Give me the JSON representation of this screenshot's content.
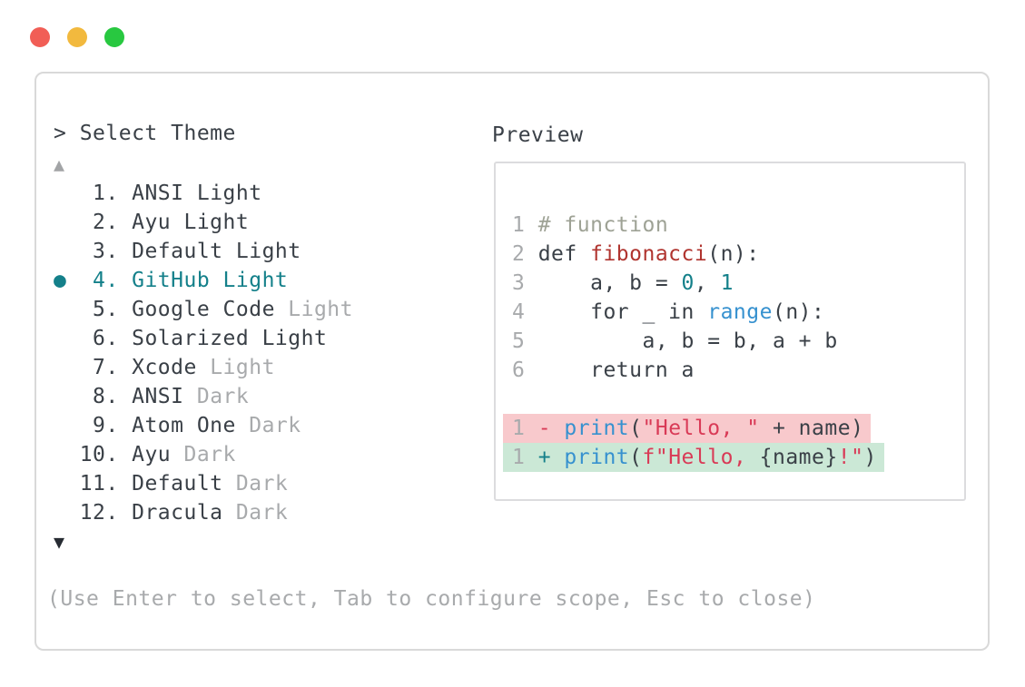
{
  "window": {
    "traffic_lights": [
      {
        "name": "close",
        "color": "#f15e56"
      },
      {
        "name": "minimize",
        "color": "#f2b93e"
      },
      {
        "name": "maximize",
        "color": "#28c840"
      }
    ]
  },
  "palette": {
    "dark": "#3a4047",
    "muted": "#a8aaac",
    "comment": "#9ea295",
    "teal": "#14808a",
    "blue": "#3691cf",
    "red": "#b0342f",
    "crimson": "#d93a56",
    "diff_red_bg": "#f8c9cc",
    "diff_green_bg": "#cbe8d6",
    "panel_border": "#d9d9d9",
    "arrow_up_color": "#a2a4a6",
    "arrow_down_color": "#272c33"
  },
  "theme_picker": {
    "title": "> Select Theme",
    "scroll_up": "▲",
    "scroll_down": "▼",
    "selected_marker": "●",
    "items": [
      {
        "number": "1",
        "name": "ANSI",
        "suffix": "Light",
        "suffix_muted": false,
        "selected": false
      },
      {
        "number": "2",
        "name": "Ayu",
        "suffix": "Light",
        "suffix_muted": false,
        "selected": false
      },
      {
        "number": "3",
        "name": "Default",
        "suffix": "Light",
        "suffix_muted": false,
        "selected": false
      },
      {
        "number": "4",
        "name": "GitHub",
        "suffix": "Light",
        "suffix_muted": false,
        "selected": true
      },
      {
        "number": "5",
        "name": "Google Code",
        "suffix": "Light",
        "suffix_muted": true,
        "selected": false
      },
      {
        "number": "6",
        "name": "Solarized",
        "suffix": "Light",
        "suffix_muted": false,
        "selected": false
      },
      {
        "number": "7",
        "name": "Xcode",
        "suffix": "Light",
        "suffix_muted": true,
        "selected": false
      },
      {
        "number": "8",
        "name": "ANSI",
        "suffix": "Dark",
        "suffix_muted": true,
        "selected": false
      },
      {
        "number": "9",
        "name": "Atom One",
        "suffix": "Dark",
        "suffix_muted": true,
        "selected": false
      },
      {
        "number": "10",
        "name": "Ayu",
        "suffix": "Dark",
        "suffix_muted": true,
        "selected": false
      },
      {
        "number": "11",
        "name": "Default",
        "suffix": "Dark",
        "suffix_muted": true,
        "selected": false
      },
      {
        "number": "12",
        "name": "Dracula",
        "suffix": "Dark",
        "suffix_muted": true,
        "selected": false
      }
    ],
    "footer_hint": "(Use Enter to select, Tab to configure scope, Esc to close)"
  },
  "preview": {
    "label": "Preview",
    "code_lines": [
      {
        "num": "1",
        "tokens": [
          {
            "t": "# function",
            "c": "comment"
          }
        ]
      },
      {
        "num": "2",
        "tokens": [
          {
            "t": "def ",
            "c": "dark"
          },
          {
            "t": "fibonacci",
            "c": "red"
          },
          {
            "t": "(n):",
            "c": "dark"
          }
        ]
      },
      {
        "num": "3",
        "tokens": [
          {
            "t": "    a, b = ",
            "c": "dark"
          },
          {
            "t": "0",
            "c": "teal"
          },
          {
            "t": ", ",
            "c": "dark"
          },
          {
            "t": "1",
            "c": "teal"
          }
        ]
      },
      {
        "num": "4",
        "tokens": [
          {
            "t": "    for _ in ",
            "c": "dark"
          },
          {
            "t": "range",
            "c": "blue"
          },
          {
            "t": "(n):",
            "c": "dark"
          }
        ]
      },
      {
        "num": "5",
        "tokens": [
          {
            "t": "        a, b = b, a + b",
            "c": "dark"
          }
        ]
      },
      {
        "num": "6",
        "tokens": [
          {
            "t": "    return a",
            "c": "dark"
          }
        ]
      }
    ],
    "diff_lines": [
      {
        "num": "1",
        "bg": "diff_red_bg",
        "tokens": [
          {
            "t": "- ",
            "c": "crimson"
          },
          {
            "t": "print",
            "c": "blue"
          },
          {
            "t": "(",
            "c": "dark"
          },
          {
            "t": "\"Hello, \"",
            "c": "crimson"
          },
          {
            "t": " + name)",
            "c": "dark"
          }
        ]
      },
      {
        "num": "1",
        "bg": "diff_green_bg",
        "tokens": [
          {
            "t": "+ ",
            "c": "teal"
          },
          {
            "t": "print",
            "c": "blue"
          },
          {
            "t": "(",
            "c": "dark"
          },
          {
            "t": "f\"Hello, ",
            "c": "crimson"
          },
          {
            "t": "{name}",
            "c": "dark"
          },
          {
            "t": "!\"",
            "c": "crimson"
          },
          {
            "t": ")",
            "c": "dark"
          }
        ]
      }
    ]
  }
}
